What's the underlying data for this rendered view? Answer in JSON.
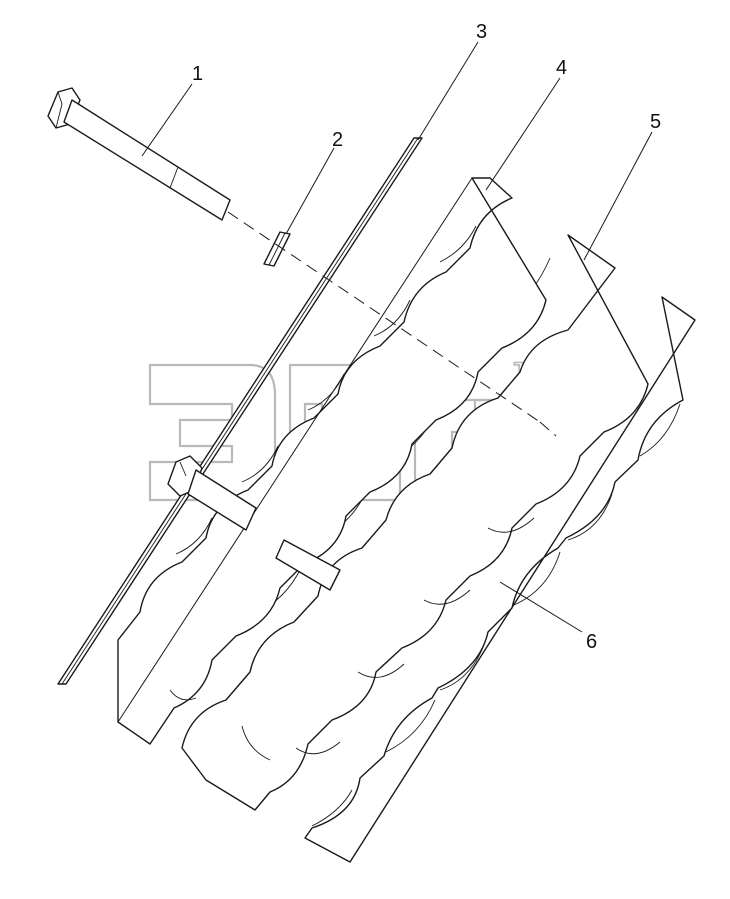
{
  "callouts": [
    {
      "id": "1",
      "label": "1"
    },
    {
      "id": "2",
      "label": "2"
    },
    {
      "id": "3",
      "label": "3"
    },
    {
      "id": "4",
      "label": "4"
    },
    {
      "id": "5",
      "label": "5"
    },
    {
      "id": "6",
      "label": "6"
    }
  ],
  "watermark": {
    "tm": "TM"
  },
  "colors": {
    "line": "#1a1a1a",
    "watermark": "#b9b9b9",
    "background": "#ffffff"
  }
}
